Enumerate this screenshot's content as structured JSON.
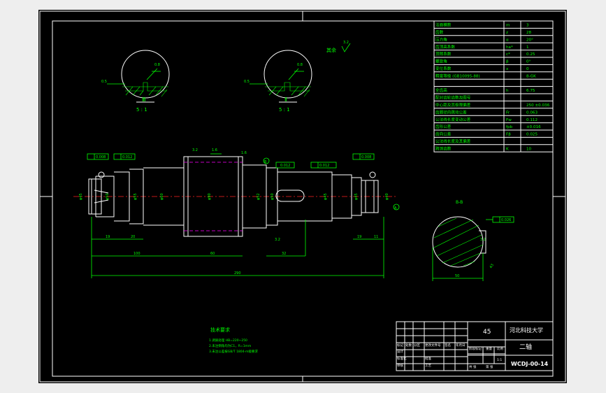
{
  "drawing": {
    "views": {
      "detail_left_label": "Ⅲ",
      "detail_left_scale": "5 : 1",
      "detail_right_label": "Ⅱ",
      "detail_right_scale": "5 : 1",
      "section_label": "B-B",
      "roughness_note": "其余"
    },
    "dimensions": {
      "overall_length": "290",
      "gear_width": "60",
      "length_left": "100",
      "section_width": "50",
      "keyway_depth": "43"
    },
    "tech_requirements": {
      "title": "技术要求",
      "items": [
        "1.调质处理 HB=220~250",
        "2.未注倒角均为C1，R=1mm",
        "3.未注公差按GB/T 1804-m级要求"
      ]
    },
    "params_table": {
      "rows": [
        [
          "法面模数",
          "m",
          "3"
        ],
        [
          "齿数",
          "z",
          "28"
        ],
        [
          "压力角",
          "α",
          "20°"
        ],
        [
          "齿顶高系数",
          "ha*",
          "1"
        ],
        [
          "顶隙系数",
          "c*",
          "0.25"
        ],
        [
          "螺旋角",
          "β",
          "0°"
        ],
        [
          "变位系数",
          "x",
          "0"
        ],
        [
          "精度等级 (GB10095-88)",
          "",
          "8-GK"
        ],
        [
          "",
          "",
          ""
        ],
        [
          "全齿高",
          "h",
          "6.75"
        ],
        [
          "配对齿轮齿数及图号",
          "",
          ""
        ],
        [
          "中心距及其极限偏差",
          "",
          "250 ±0.036"
        ],
        [
          "齿圈径向跳动公差",
          "Fr",
          "0.063"
        ],
        [
          "公法线长度变动公差",
          "Fw",
          "0.112"
        ],
        [
          "齿形公差",
          "fpb",
          "±0.016"
        ],
        [
          "齿向公差",
          "Fβ",
          "0.025"
        ],
        [
          "公法线长度及其偏差",
          "",
          ""
        ],
        [
          "跨测齿数",
          "K",
          "10"
        ]
      ]
    },
    "title_block": {
      "material": "45",
      "university": "河北科技大学",
      "part_name": "二轴",
      "drawing_no": "WCDJ-00-14",
      "hdr_row": [
        "标记",
        "处数",
        "分区",
        "更改文件号",
        "签名",
        "年月日"
      ],
      "labels": [
        "设计",
        "标准化",
        "审核",
        "工艺",
        "批准",
        "阶段标记",
        "重量",
        "比例",
        "共 张",
        "第 张",
        "1:1"
      ]
    }
  }
}
